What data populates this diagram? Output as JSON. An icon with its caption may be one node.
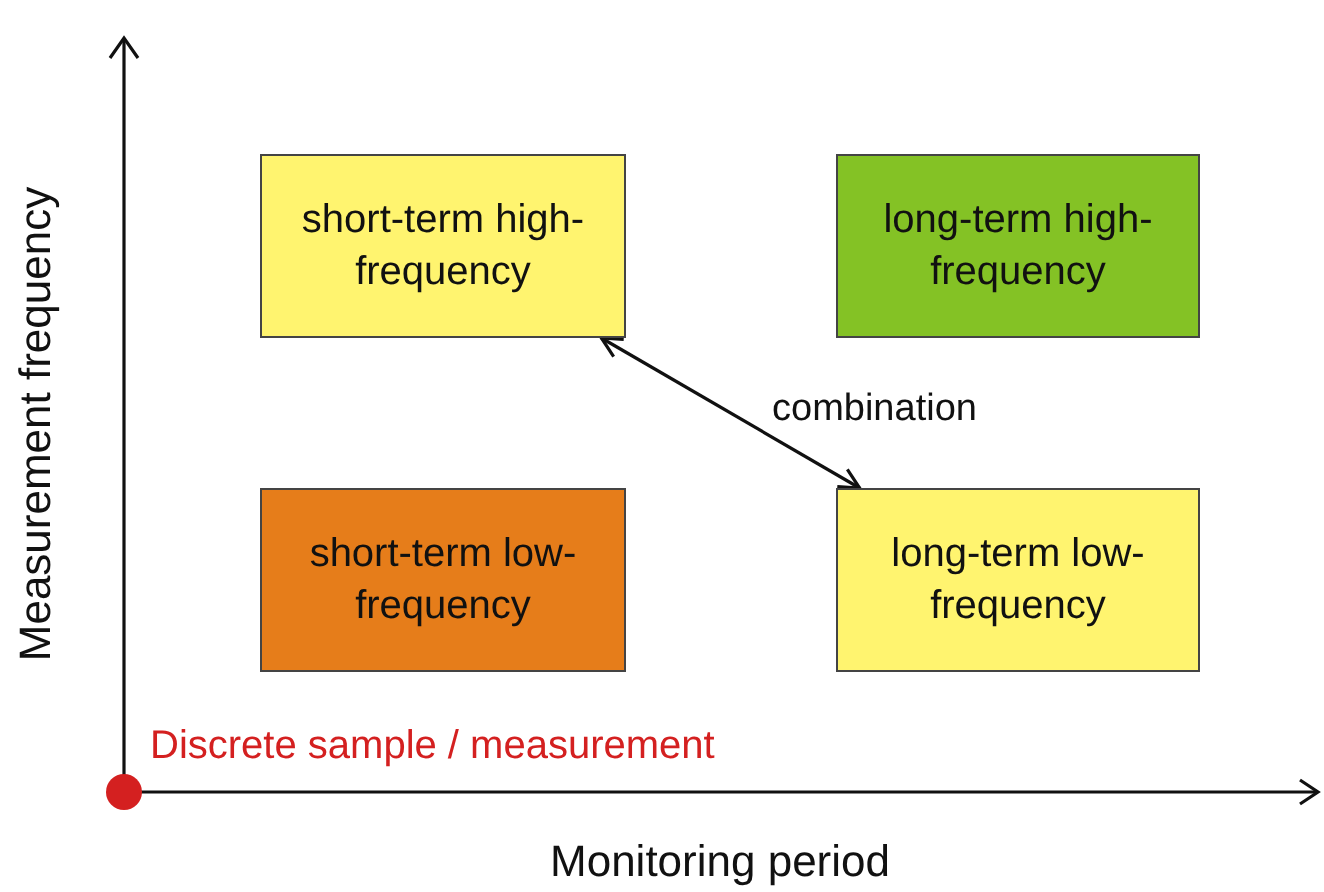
{
  "diagram": {
    "nodes": [
      {
        "text": [
          "short-term high-frequency"
        ]
      },
      {
        "text": [
          "long-term high-frequency"
        ]
      },
      {
        "text": [
          "short-term low-frequency"
        ]
      },
      {
        "text": [
          "long-term low-frequency"
        ]
      }
    ],
    "edges": [
      {
        "from": 0,
        "to": 3,
        "arrow": "both",
        "label": "combination"
      }
    ],
    "labels": [
      "Measurement frequency",
      "Discrete sample / measurement",
      "Monitoring period"
    ]
  }
}
